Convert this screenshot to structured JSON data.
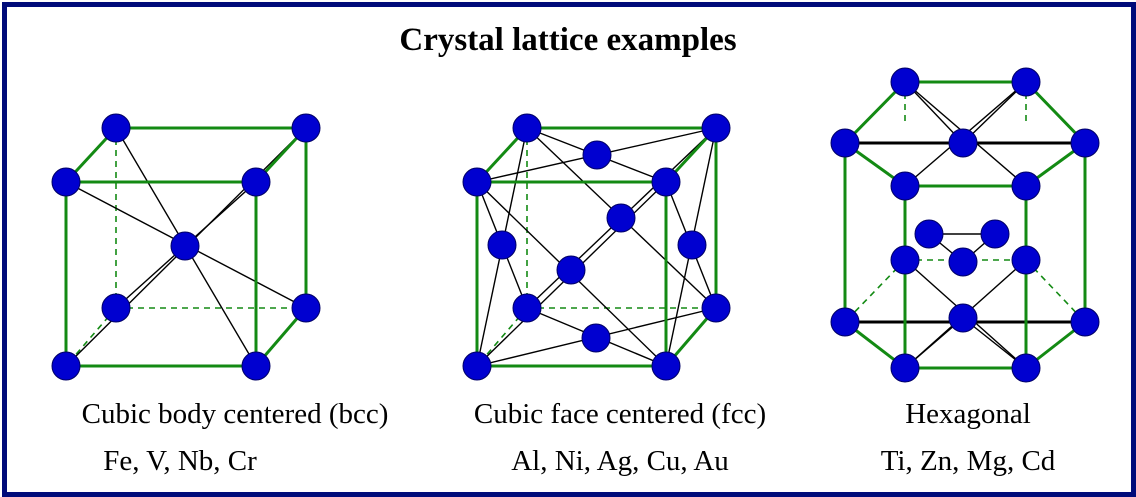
{
  "title": "Crystal lattice examples",
  "colors": {
    "border": "#000b7a",
    "edge": "#138a13",
    "atom": "#0000d0"
  },
  "lattices": [
    {
      "name": "Cubic body centered (bcc)",
      "examples": "Fe, V, Nb, Cr"
    },
    {
      "name": "Cubic face centered (fcc)",
      "examples": "Al, Ni, Ag, Cu, Au"
    },
    {
      "name": "Hexagonal",
      "examples": "Ti, Zn, Mg, Cd"
    }
  ]
}
